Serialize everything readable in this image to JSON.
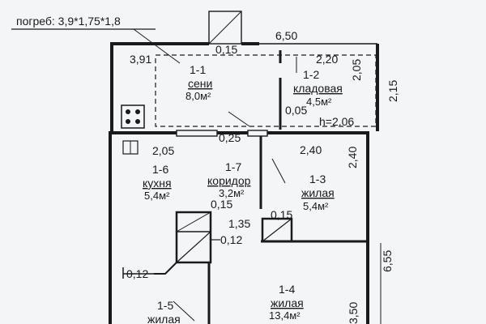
{
  "cellar_note": "погреб: 3,9*1,75*1,8",
  "dimensions": {
    "porch_width": "6,50",
    "porch_left": "3,91",
    "storage_width": "2,20",
    "storage_side": "2,05",
    "porch_depth": "2,15",
    "vent_top": "0,15",
    "storage_wall": "0,05",
    "height": "h=2.06",
    "kitchen_width": "2,05",
    "door_gap": "0,25",
    "room3_width": "2,40",
    "room3_side": "2,40",
    "corridor_len": "1,35",
    "stove_a": "0,15",
    "stove_b": "0,12",
    "stove_c": "0,15",
    "stove_d": "0,12",
    "house_depth": "6,55",
    "room4_side": "3,50"
  },
  "rooms": [
    {
      "num": "1-1",
      "name": "сени",
      "area": "8,0м²"
    },
    {
      "num": "1-2",
      "name": "кладовая",
      "area": "4,5м²"
    },
    {
      "num": "1-3",
      "name": "жилая",
      "area": "5,4м²"
    },
    {
      "num": "1-4",
      "name": "жилая",
      "area": "13,4м²"
    },
    {
      "num": "1-5",
      "name": "жилая",
      "area": ""
    },
    {
      "num": "1-6",
      "name": "кухня",
      "area": "5,4м²"
    },
    {
      "num": "1-7",
      "name": "коридор",
      "area": "3,2м²"
    }
  ]
}
